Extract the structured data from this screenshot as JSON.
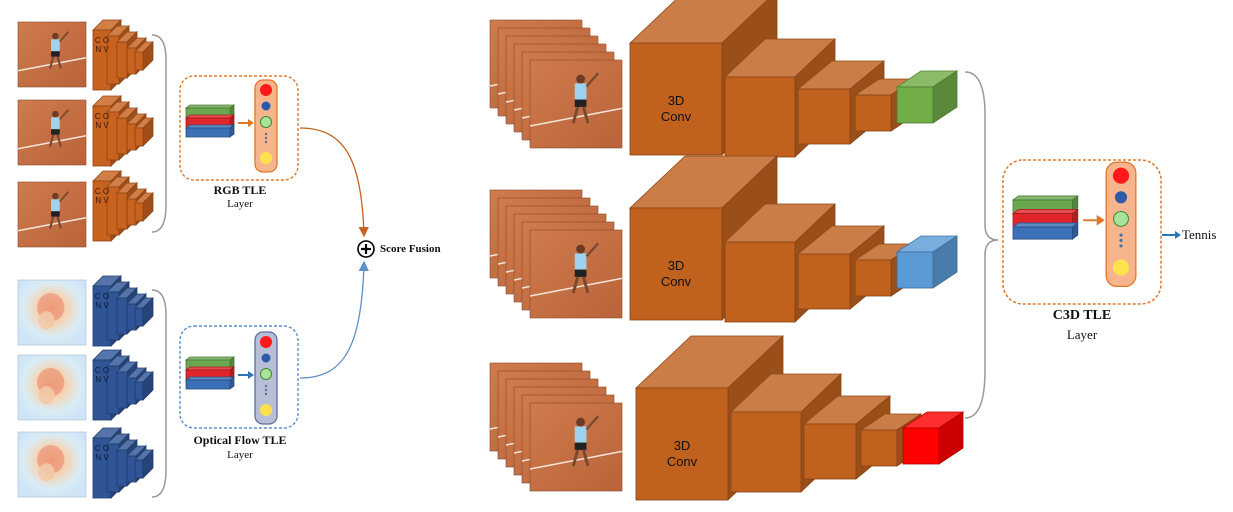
{
  "left_diagram": {
    "rgb_stream": {
      "conv_label": "CONV",
      "tle_title": "RGB TLE",
      "tle_subtitle": "Layer"
    },
    "flow_stream": {
      "conv_label": "CONV",
      "tle_title": "Optical Flow TLE",
      "tle_subtitle": "Layer"
    },
    "fusion_label": "Score Fusion"
  },
  "right_diagram": {
    "conv_block_label_line1": "3D",
    "conv_block_label_line2": "Conv",
    "tle_title": "C3D TLE",
    "tle_subtitle": "Layer",
    "output_label": "Tennis"
  },
  "colors": {
    "rgb_conv": "#c8621f",
    "flow_conv": "#2f5597",
    "c3d_conv": "#c0611e",
    "output_green": "#70ad47",
    "output_blue": "#5b9bd5",
    "output_red": "#ff0000",
    "court_clay": "#c9774a",
    "tle_orange_border": "#e0782a",
    "tle_blue_border": "#5b8fc7"
  },
  "icons": [
    "plus-circle-icon",
    "arrow-right-icon",
    "tennis-player-thumbnail",
    "optical-flow-thumbnail"
  ]
}
